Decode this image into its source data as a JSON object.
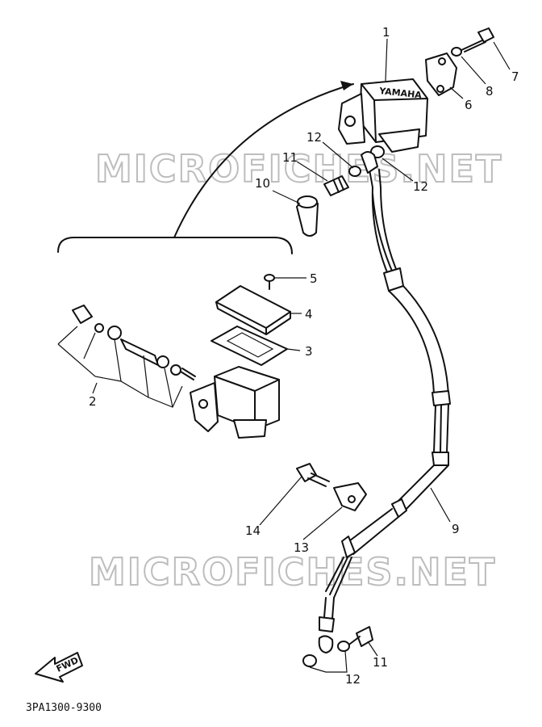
{
  "watermark": "MICROFICHES.NET",
  "diagram_code": "3PA1300-9300",
  "fwd_label": "FWD",
  "callouts": [
    {
      "id": "1",
      "text": "1"
    },
    {
      "id": "2",
      "text": "2"
    },
    {
      "id": "3",
      "text": "3"
    },
    {
      "id": "4",
      "text": "4"
    },
    {
      "id": "5",
      "text": "5"
    },
    {
      "id": "6",
      "text": "6"
    },
    {
      "id": "7",
      "text": "7"
    },
    {
      "id": "8",
      "text": "8"
    },
    {
      "id": "9",
      "text": "9"
    },
    {
      "id": "10",
      "text": "10"
    },
    {
      "id": "11a",
      "text": "11"
    },
    {
      "id": "11b",
      "text": "11"
    },
    {
      "id": "12a",
      "text": "12"
    },
    {
      "id": "12b",
      "text": "12"
    },
    {
      "id": "12c",
      "text": "12"
    },
    {
      "id": "13",
      "text": "13"
    },
    {
      "id": "14",
      "text": "14"
    }
  ]
}
